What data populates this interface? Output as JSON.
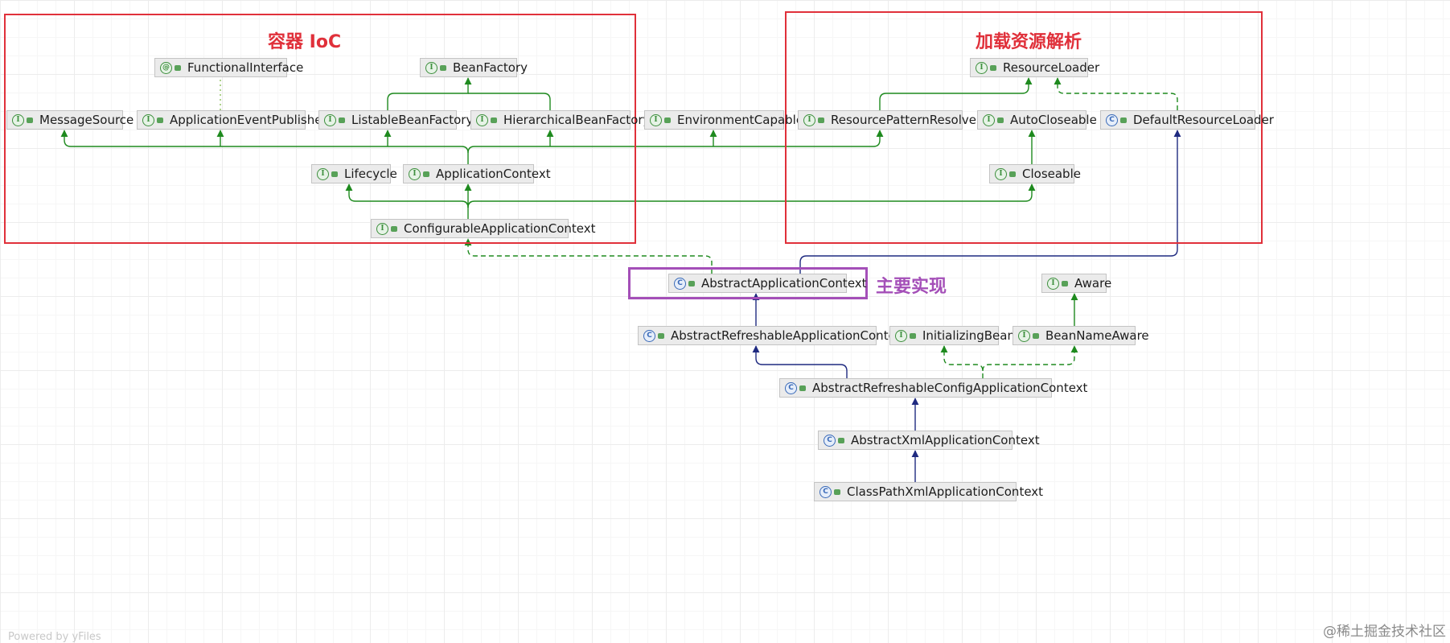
{
  "regions": {
    "ioc": "容器 IoC",
    "resource": "加载资源解析",
    "main_impl": "主要实现"
  },
  "nodes": [
    {
      "id": "FunctionalInterface",
      "label": "FunctionalInterface",
      "kind": "annotation"
    },
    {
      "id": "BeanFactory",
      "label": "BeanFactory",
      "kind": "interface"
    },
    {
      "id": "ResourceLoader",
      "label": "ResourceLoader",
      "kind": "interface"
    },
    {
      "id": "MessageSource",
      "label": "MessageSource",
      "kind": "interface"
    },
    {
      "id": "ApplicationEventPublisher",
      "label": "ApplicationEventPublisher",
      "kind": "interface"
    },
    {
      "id": "ListableBeanFactory",
      "label": "ListableBeanFactory",
      "kind": "interface"
    },
    {
      "id": "HierarchicalBeanFactory",
      "label": "HierarchicalBeanFactory",
      "kind": "interface"
    },
    {
      "id": "EnvironmentCapable",
      "label": "EnvironmentCapable",
      "kind": "interface"
    },
    {
      "id": "ResourcePatternResolver",
      "label": "ResourcePatternResolver",
      "kind": "interface"
    },
    {
      "id": "AutoCloseable",
      "label": "AutoCloseable",
      "kind": "interface"
    },
    {
      "id": "DefaultResourceLoader",
      "label": "DefaultResourceLoader",
      "kind": "class"
    },
    {
      "id": "Lifecycle",
      "label": "Lifecycle",
      "kind": "interface"
    },
    {
      "id": "ApplicationContext",
      "label": "ApplicationContext",
      "kind": "interface"
    },
    {
      "id": "Closeable",
      "label": "Closeable",
      "kind": "interface"
    },
    {
      "id": "ConfigurableApplicationContext",
      "label": "ConfigurableApplicationContext",
      "kind": "interface"
    },
    {
      "id": "AbstractApplicationContext",
      "label": "AbstractApplicationContext",
      "kind": "class"
    },
    {
      "id": "Aware",
      "label": "Aware",
      "kind": "interface"
    },
    {
      "id": "AbstractRefreshableApplicationContext",
      "label": "AbstractRefreshableApplicationContext",
      "kind": "class"
    },
    {
      "id": "InitializingBean",
      "label": "InitializingBean",
      "kind": "interface"
    },
    {
      "id": "BeanNameAware",
      "label": "BeanNameAware",
      "kind": "interface"
    },
    {
      "id": "AbstractRefreshableConfigApplicationContext",
      "label": "AbstractRefreshableConfigApplicationContext",
      "kind": "class"
    },
    {
      "id": "AbstractXmlApplicationContext",
      "label": "AbstractXmlApplicationContext",
      "kind": "class"
    },
    {
      "id": "ClassPathXmlApplicationContext",
      "label": "ClassPathXmlApplicationContext",
      "kind": "class"
    }
  ],
  "edges": [
    {
      "from": "ListableBeanFactory",
      "to": "BeanFactory",
      "type": "extends"
    },
    {
      "from": "HierarchicalBeanFactory",
      "to": "BeanFactory",
      "type": "extends"
    },
    {
      "from": "ApplicationEventPublisher",
      "to": "FunctionalInterface",
      "type": "annotated"
    },
    {
      "from": "ApplicationContext",
      "to": "MessageSource",
      "type": "extends"
    },
    {
      "from": "ApplicationContext",
      "to": "ApplicationEventPublisher",
      "type": "extends"
    },
    {
      "from": "ApplicationContext",
      "to": "ListableBeanFactory",
      "type": "extends"
    },
    {
      "from": "ApplicationContext",
      "to": "HierarchicalBeanFactory",
      "type": "extends"
    },
    {
      "from": "ApplicationContext",
      "to": "EnvironmentCapable",
      "type": "extends"
    },
    {
      "from": "ApplicationContext",
      "to": "ResourcePatternResolver",
      "type": "extends"
    },
    {
      "from": "ResourcePatternResolver",
      "to": "ResourceLoader",
      "type": "extends"
    },
    {
      "from": "DefaultResourceLoader",
      "to": "ResourceLoader",
      "type": "implements"
    },
    {
      "from": "Closeable",
      "to": "AutoCloseable",
      "type": "extends"
    },
    {
      "from": "ConfigurableApplicationContext",
      "to": "ApplicationContext",
      "type": "extends"
    },
    {
      "from": "ConfigurableApplicationContext",
      "to": "Lifecycle",
      "type": "extends"
    },
    {
      "from": "ConfigurableApplicationContext",
      "to": "Closeable",
      "type": "extends"
    },
    {
      "from": "AbstractApplicationContext",
      "to": "ConfigurableApplicationContext",
      "type": "implements"
    },
    {
      "from": "AbstractApplicationContext",
      "to": "DefaultResourceLoader",
      "type": "class-extends"
    },
    {
      "from": "AbstractRefreshableApplicationContext",
      "to": "AbstractApplicationContext",
      "type": "class-extends"
    },
    {
      "from": "BeanNameAware",
      "to": "Aware",
      "type": "extends"
    },
    {
      "from": "AbstractRefreshableConfigApplicationContext",
      "to": "AbstractRefreshableApplicationContext",
      "type": "class-extends"
    },
    {
      "from": "AbstractRefreshableConfigApplicationContext",
      "to": "InitializingBean",
      "type": "implements"
    },
    {
      "from": "AbstractRefreshableConfigApplicationContext",
      "to": "BeanNameAware",
      "type": "implements"
    },
    {
      "from": "AbstractXmlApplicationContext",
      "to": "AbstractRefreshableConfigApplicationContext",
      "type": "class-extends"
    },
    {
      "from": "ClassPathXmlApplicationContext",
      "to": "AbstractXmlApplicationContext",
      "type": "class-extends"
    }
  ],
  "colors": {
    "interface_edge": "#1e8a1e",
    "class_edge": "#1f2a80",
    "region_red": "#e0303a",
    "region_purple": "#a44fb8"
  },
  "footer_text": "Powered by yFiles",
  "watermark": "@稀土掘金技术社区"
}
